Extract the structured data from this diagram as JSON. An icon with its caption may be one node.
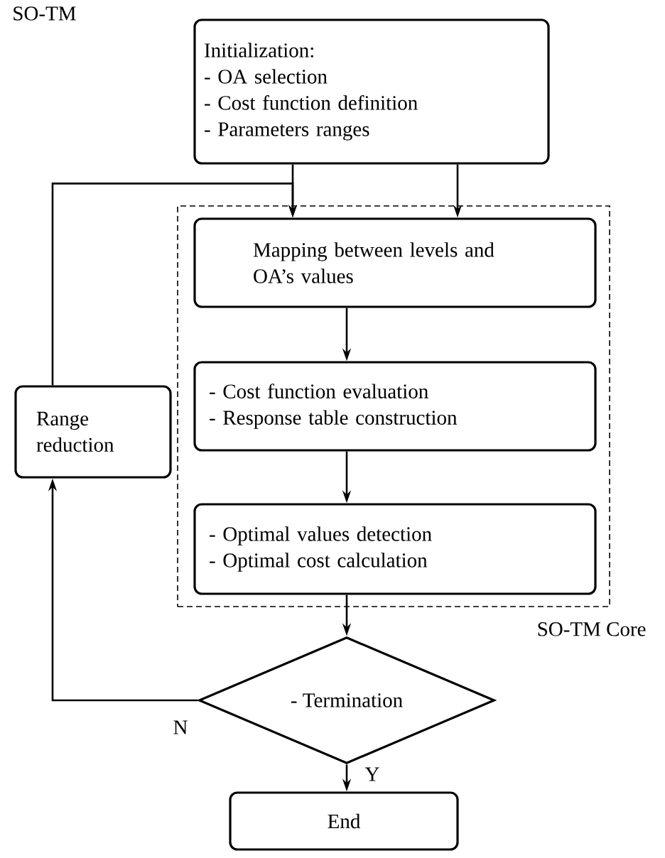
{
  "diagram": {
    "title": "SO-TM",
    "nodes": [
      {
        "text": [
          "Initialization:",
          "- OA selection",
          "- Cost function definition",
          "- Parameters ranges"
        ]
      },
      {
        "text": [
          "SO-TM Core"
        ]
      },
      {
        "text": [
          "Mapping between levels and OA’s values"
        ],
        "in": 1
      },
      {
        "text": [
          "- Cost function evaluation",
          "- Response table construction"
        ],
        "in": 1
      },
      {
        "text": [
          "- Optimal values detection",
          "- Optimal cost calculation"
        ],
        "in": 1
      },
      {
        "text": [
          "- Termination"
        ]
      },
      {
        "text": [
          "End"
        ]
      },
      {
        "text": [
          "Range reduction"
        ]
      }
    ],
    "edges": [
      {
        "from": 0,
        "to": 2,
        "arrow": "to"
      },
      {
        "from": 0,
        "to": 2,
        "arrow": "to"
      },
      {
        "from": 7,
        "to": 2,
        "arrow": "to"
      },
      {
        "from": 2,
        "to": 3,
        "arrow": "to"
      },
      {
        "from": 3,
        "to": 4,
        "arrow": "to"
      },
      {
        "from": 4,
        "to": 5,
        "arrow": "to"
      },
      {
        "from": 5,
        "to": 6,
        "label": "Y",
        "arrow": "to"
      },
      {
        "from": 5,
        "to": 7,
        "label": "N",
        "arrow": "to"
      }
    ]
  }
}
